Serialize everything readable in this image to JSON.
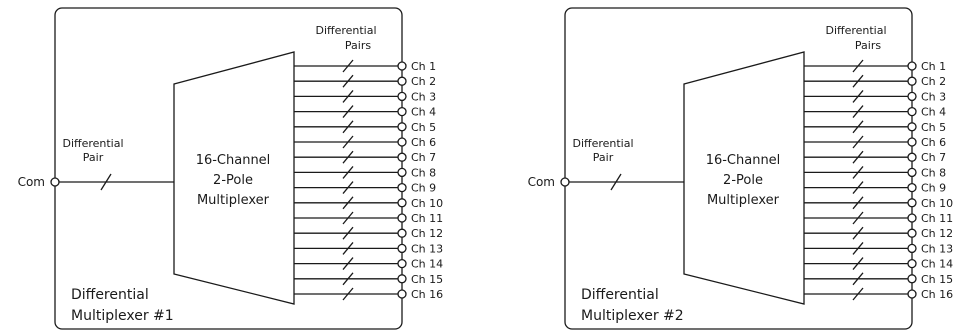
{
  "modules": [
    {
      "title_line1": "Differential",
      "title_line2": "Multiplexer #1",
      "mux_line1": "16-Channel",
      "mux_line2": "2-Pole",
      "mux_line3": "Multiplexer",
      "com_label": "Com",
      "input_label_line1": "Differential",
      "input_label_line2": "Pair",
      "output_label_line1": "Differential",
      "output_label_line2": "Pairs",
      "channels": [
        "Ch 1",
        "Ch 2",
        "Ch 3",
        "Ch 4",
        "Ch 5",
        "Ch 6",
        "Ch 7",
        "Ch 8",
        "Ch 9",
        "Ch 10",
        "Ch 11",
        "Ch 12",
        "Ch 13",
        "Ch 14",
        "Ch 15",
        "Ch 16"
      ]
    },
    {
      "title_line1": "Differential",
      "title_line2": "Multiplexer #2",
      "mux_line1": "16-Channel",
      "mux_line2": "2-Pole",
      "mux_line3": "Multiplexer",
      "com_label": "Com",
      "input_label_line1": "Differential",
      "input_label_line2": "Pair",
      "output_label_line1": "Differential",
      "output_label_line2": "Pairs",
      "channels": [
        "Ch 1",
        "Ch 2",
        "Ch 3",
        "Ch 4",
        "Ch 5",
        "Ch 6",
        "Ch 7",
        "Ch 8",
        "Ch 9",
        "Ch 10",
        "Ch 11",
        "Ch 12",
        "Ch 13",
        "Ch 14",
        "Ch 15",
        "Ch 16"
      ]
    }
  ]
}
